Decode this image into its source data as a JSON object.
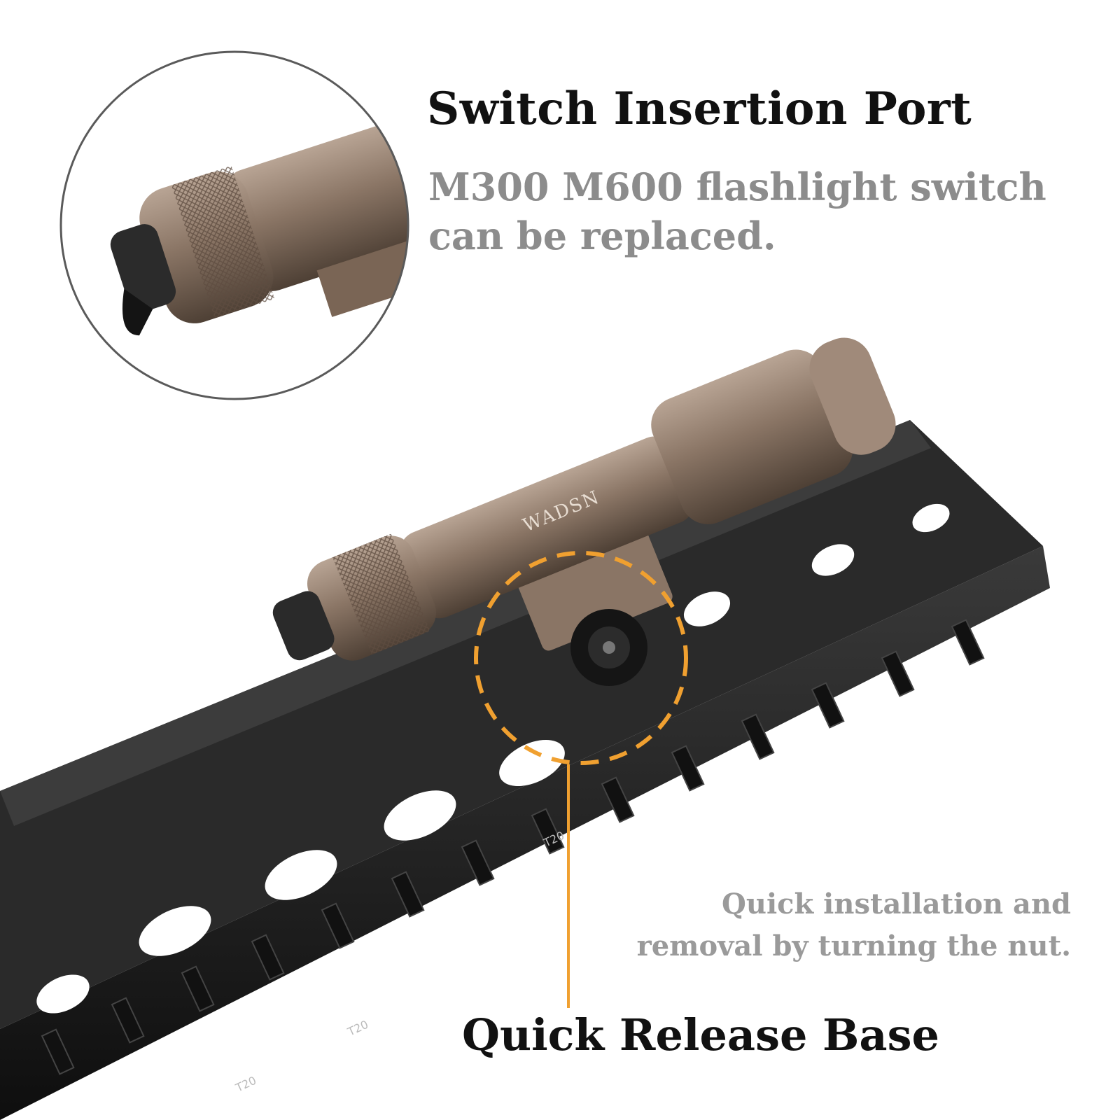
{
  "headline": {
    "title": "Switch Insertion Port",
    "subtitle_line1": "M300 M600 flashlight switch",
    "subtitle_line2": "can be replaced."
  },
  "note": {
    "line1": "Quick installation and",
    "line2": "removal by turning the nut."
  },
  "callout": {
    "label": "Quick Release Base"
  },
  "brand": {
    "logo_text": "WADSN"
  },
  "rail_markings": [
    "T20",
    "T20",
    "T20"
  ],
  "colors": {
    "callout_accent": "#f0a030",
    "light_body": "#8a7565",
    "rail": "#1b1b1b",
    "title_text": "#111111",
    "subtitle_text": "#8c8c8c"
  }
}
